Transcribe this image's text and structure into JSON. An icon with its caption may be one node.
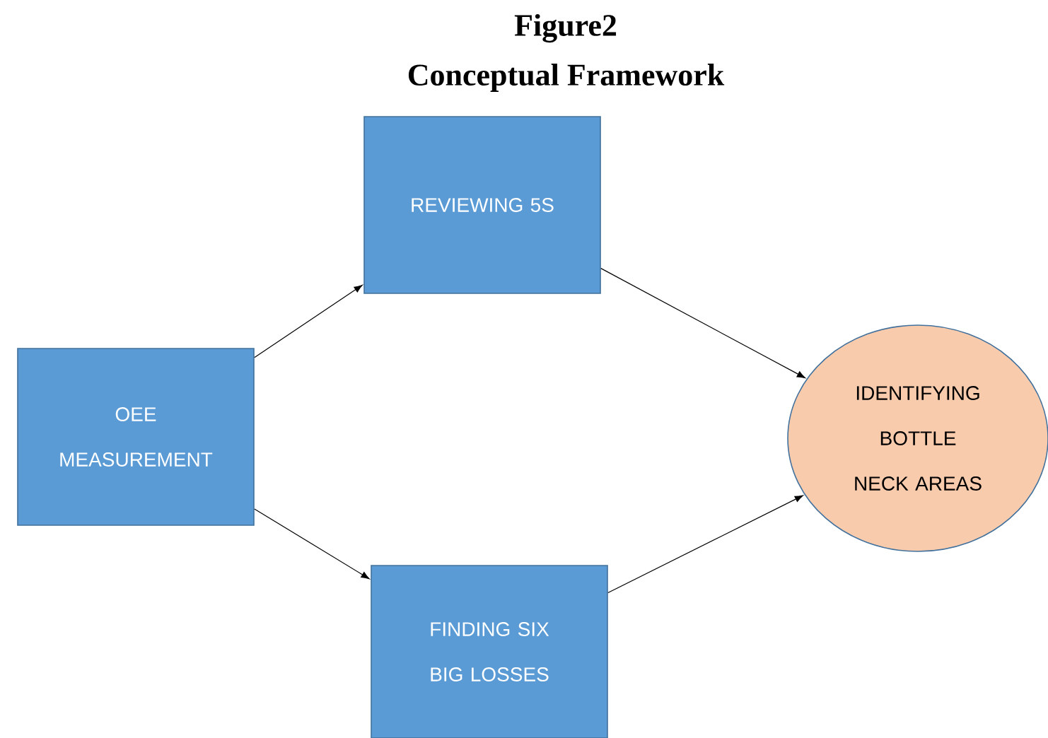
{
  "diagram": {
    "title": "Figure2",
    "labels": [
      "Conceptual Framework"
    ],
    "nodes": [
      {
        "text": [
          "OEE MEASUREMENT"
        ]
      },
      {
        "text": [
          "REVIEWING 5S"
        ]
      },
      {
        "text": [
          "FINDING SIX BIG LOSSES"
        ]
      },
      {
        "text": [
          "IDENTIFYING BOTTLE NECK AREAS"
        ]
      }
    ],
    "edges": [
      {
        "from": 0,
        "to": 1,
        "arrow": "to"
      },
      {
        "from": 0,
        "to": 2,
        "arrow": "to"
      },
      {
        "from": 1,
        "to": 3,
        "arrow": "to"
      },
      {
        "from": 2,
        "to": 3,
        "arrow": "to"
      }
    ]
  }
}
